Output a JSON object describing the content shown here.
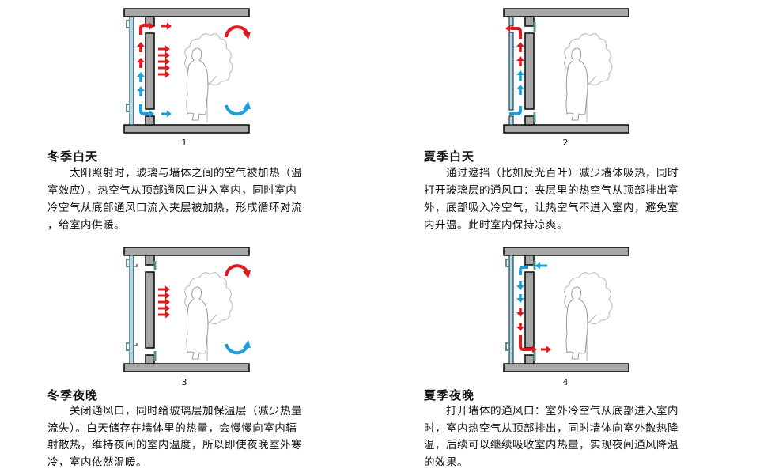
{
  "colors": {
    "hot": "#e5161d",
    "cold": "#1aa0dc",
    "slab": "#a7a7a7",
    "glass": "#a9dcf1",
    "clip": "#4f9a86"
  },
  "panels": [
    {
      "number": "1",
      "title": "冬季白天",
      "mode": "winter-day",
      "lines": [
        "　　太阳照射时，玻璃与墙体之间的空气被加热（温",
        "室效应），热空气从顶部通风口进入室内，同时室内",
        "冷空气从底部通风口流入夹层被加热，形成循环对流",
        "，给室内供暖。"
      ]
    },
    {
      "number": "2",
      "title": "夏季白天",
      "mode": "summer-day",
      "lines": [
        "　　通过遮挡（比如反光百叶）减少墙体吸热，同时",
        "打开玻璃层的通风口：夹层里的热空气从顶部排出室",
        "外，底部吸入冷空气，让热空气不进入室内，避免室",
        "内升温。此时室内保持凉爽。"
      ]
    },
    {
      "number": "3",
      "title": "冬季夜晚",
      "mode": "winter-night",
      "lines": [
        "　　关闭通风口，同时给玻璃层加保温层（减少热量",
        "流失）。白天储存在墙体里的热量，会慢慢向室内辐",
        "射散热，维持夜间的室内温度，所以即使夜晚室外寒",
        "冷，室内依然温暖。"
      ]
    },
    {
      "number": "4",
      "title": "夏季夜晚",
      "mode": "summer-night",
      "lines": [
        "　　打开墙体的通风口：室外冷空气从底部进入室内",
        "时，室内热空气从顶部排出，同时墙体向室外散热降",
        "温，后续可以继续吸收室内热量，实现夜间通风降温",
        "的效果。"
      ]
    }
  ]
}
